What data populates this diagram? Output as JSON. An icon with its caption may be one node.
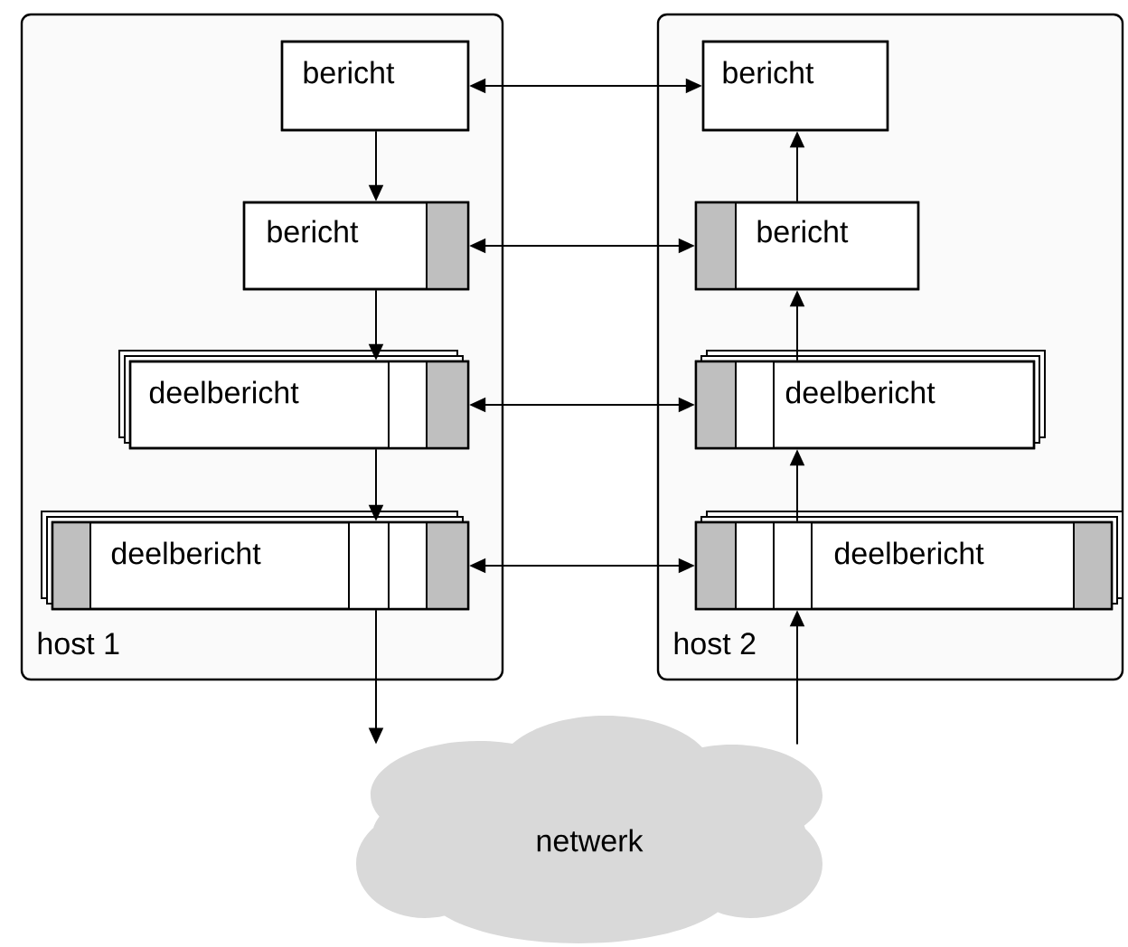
{
  "diagram": {
    "nodes": [
      {
        "text": [
          "host 1"
        ]
      },
      {
        "text": [
          "bericht"
        ],
        "in": 0
      },
      {
        "text": [
          "bericht"
        ],
        "in": 0
      },
      {
        "text": [
          "deelbericht"
        ],
        "in": 0
      },
      {
        "text": [
          "deelbericht"
        ],
        "in": 0
      },
      {
        "text": [
          "host 2"
        ]
      },
      {
        "text": [
          "bericht"
        ],
        "in": 5
      },
      {
        "text": [
          "bericht"
        ],
        "in": 5
      },
      {
        "text": [
          "deelbericht"
        ],
        "in": 5
      },
      {
        "text": [
          "deelbericht"
        ],
        "in": 5
      },
      {
        "text": [
          "netwerk"
        ]
      }
    ],
    "edges": [
      {
        "from": 1,
        "to": 2,
        "arrow": "to"
      },
      {
        "from": 2,
        "to": 3,
        "arrow": "to"
      },
      {
        "from": 3,
        "to": 4,
        "arrow": "to"
      },
      {
        "from": 4,
        "to": 10,
        "arrow": "to"
      },
      {
        "from": 10,
        "to": 9,
        "arrow": "to"
      },
      {
        "from": 9,
        "to": 8,
        "arrow": "to"
      },
      {
        "from": 8,
        "to": 7,
        "arrow": "to"
      },
      {
        "from": 7,
        "to": 6,
        "arrow": "to"
      },
      {
        "from": 1,
        "to": 6,
        "arrow": "both"
      },
      {
        "from": 2,
        "to": 7,
        "arrow": "both"
      },
      {
        "from": 3,
        "to": 8,
        "arrow": "both"
      },
      {
        "from": 4,
        "to": 9,
        "arrow": "both"
      }
    ]
  }
}
